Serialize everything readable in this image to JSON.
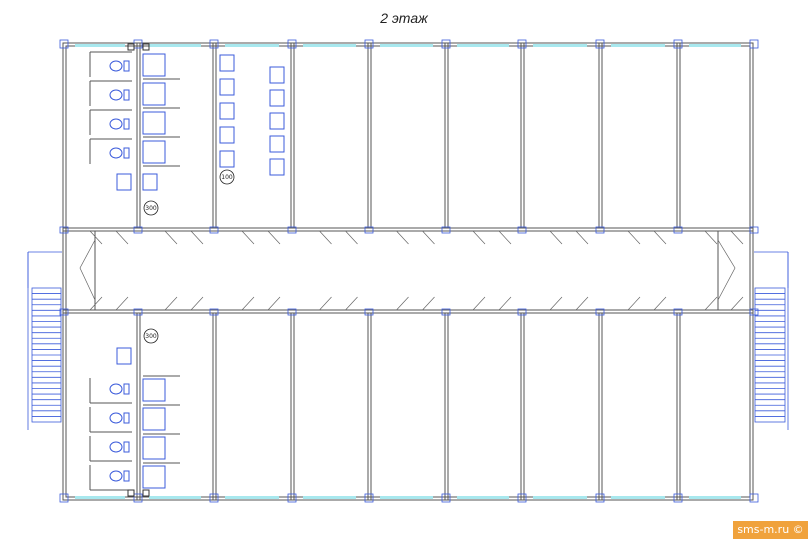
{
  "title": "2 этаж",
  "watermark": "sms-m.ru ©",
  "tags": {
    "upper": "100",
    "upper_left": "300",
    "lower_left": "300"
  },
  "colors": {
    "wall": "#555555",
    "fixture": "#3b5bdb",
    "window": "#a8e8ee",
    "watermark_bg": "#f0a23c"
  }
}
